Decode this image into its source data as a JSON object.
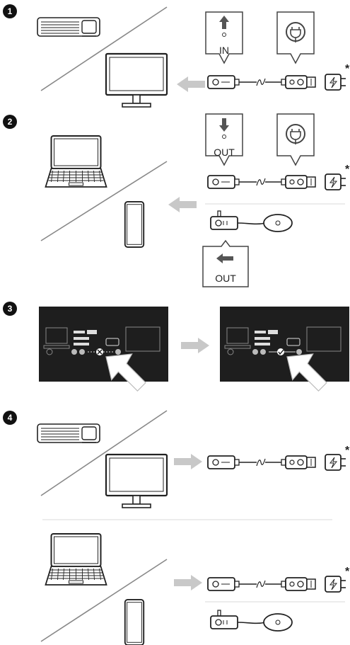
{
  "steps": [
    {
      "number": "1",
      "bubbles": [
        "IN"
      ],
      "asterisk": "*"
    },
    {
      "number": "2",
      "bubbles": [
        "OUT",
        "OUT"
      ],
      "asterisk": "*"
    },
    {
      "number": "3"
    },
    {
      "number": "4",
      "asterisks": [
        "*",
        "*"
      ]
    }
  ],
  "colors": {
    "line": "#222222",
    "arrow": "#c8c8c8",
    "screen": "#1e1e1e",
    "step": "#111111",
    "divider": "#d9d9d9"
  }
}
